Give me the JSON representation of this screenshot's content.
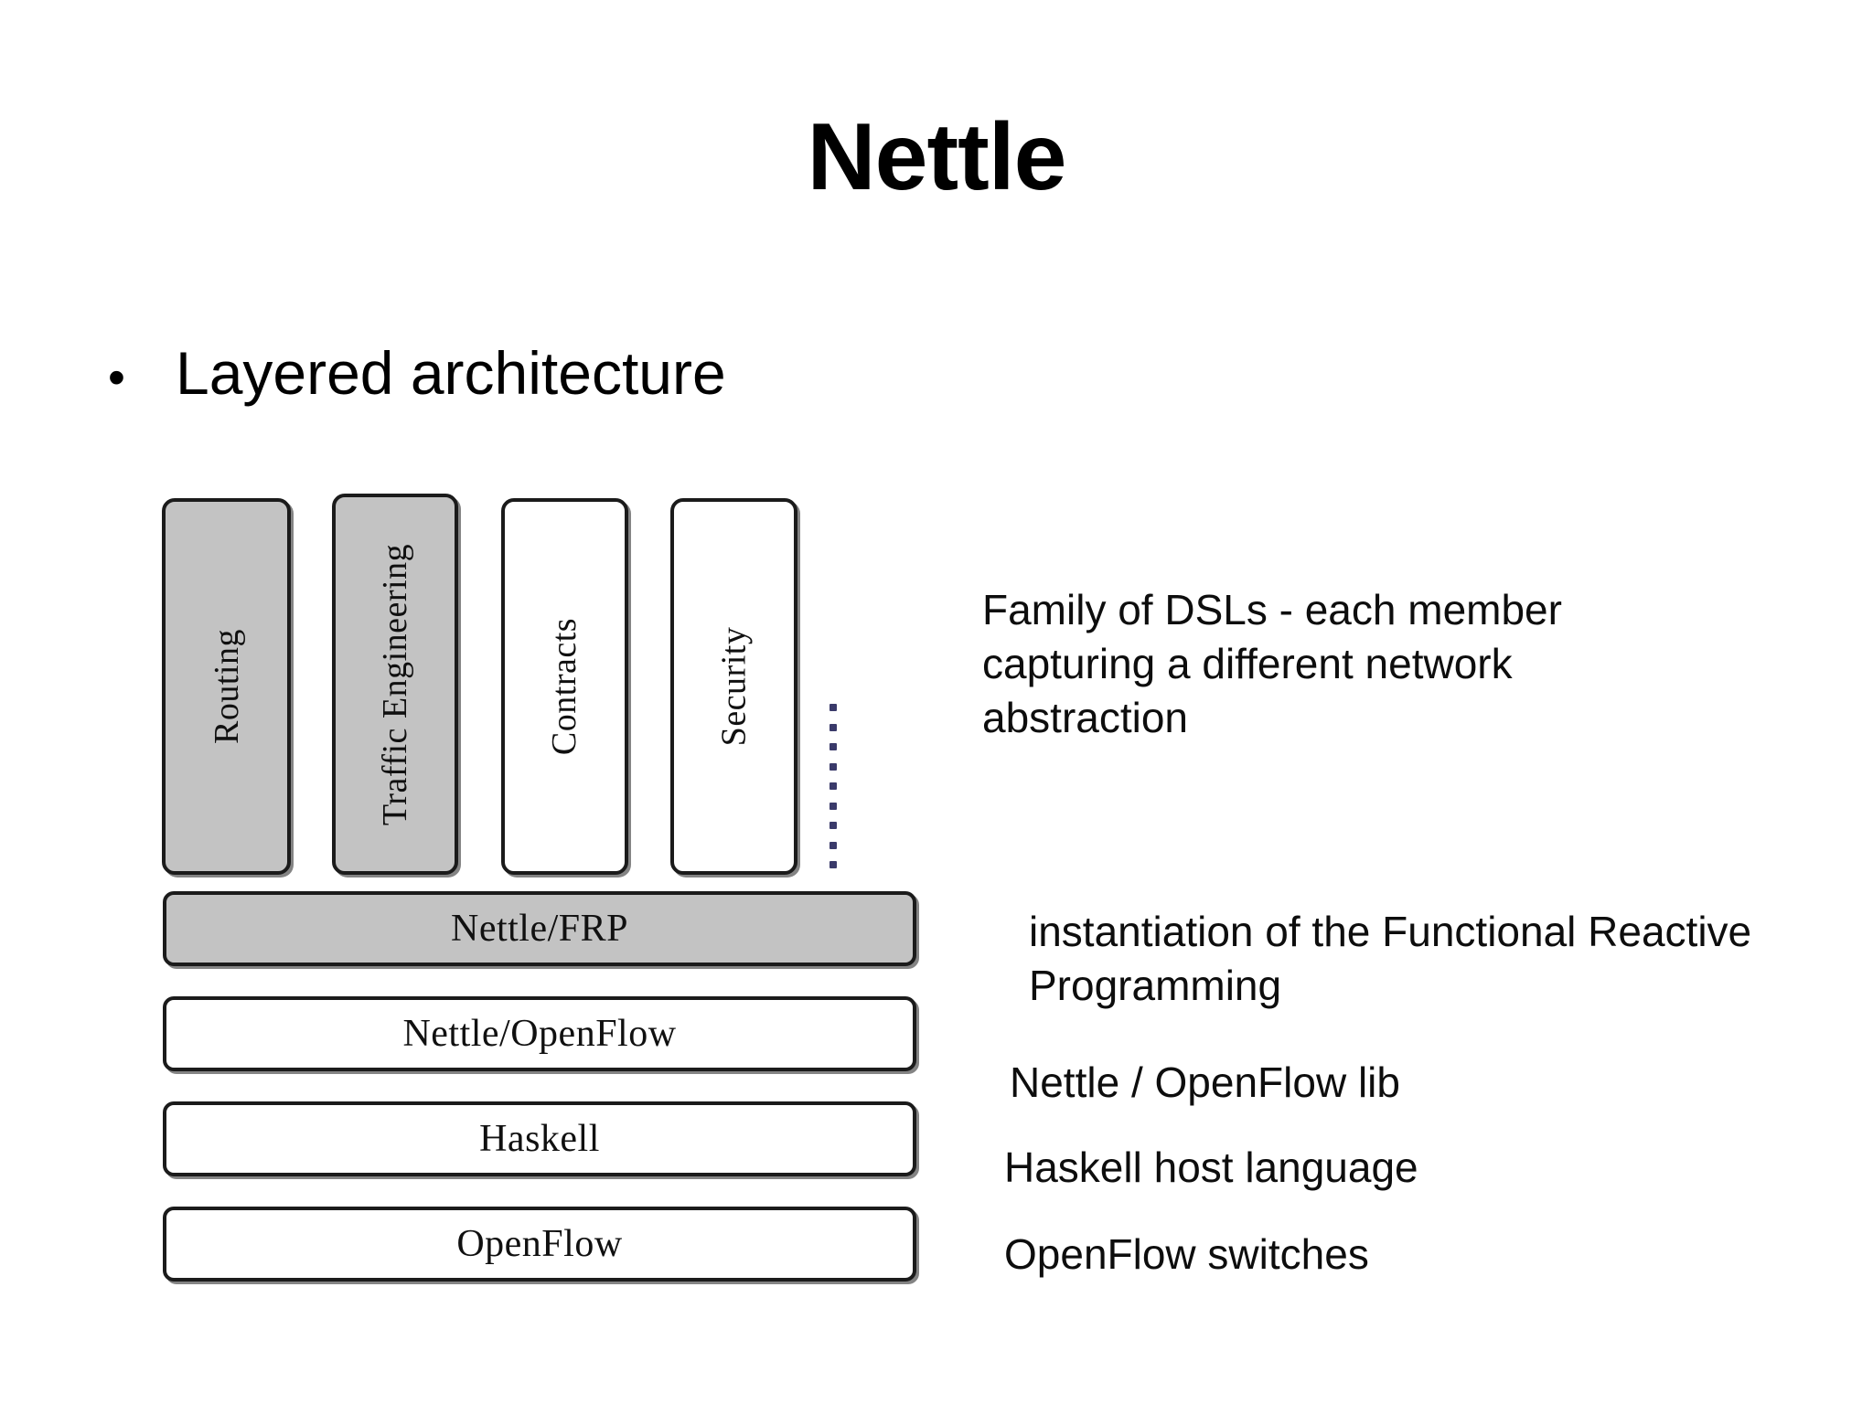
{
  "slide": {
    "title": "Nettle",
    "bullet": {
      "marker": "•",
      "text": "Layered architecture"
    }
  },
  "diagram": {
    "dsl_boxes": [
      {
        "label": "Routing",
        "fill": "#c3c3c3",
        "style": "filled"
      },
      {
        "label": "Traffic Engineering",
        "fill": "#c3c3c3",
        "style": "filled"
      },
      {
        "label": "Contracts",
        "fill": "#ffffff",
        "style": "plain"
      },
      {
        "label": "Security",
        "fill": "#ffffff",
        "style": "plain"
      }
    ],
    "ellipsis": {
      "name": "vertical-ellipsis",
      "dot_count": 9
    },
    "layers": [
      {
        "label": "Nettle/FRP",
        "fill": "#c3c3c3",
        "style": "filled"
      },
      {
        "label": "Nettle/OpenFlow",
        "fill": "#ffffff",
        "style": "plain"
      },
      {
        "label": "Haskell",
        "fill": "#ffffff",
        "style": "plain"
      },
      {
        "label": "OpenFlow",
        "fill": "#ffffff",
        "style": "plain"
      }
    ]
  },
  "annotations": {
    "dsl_family": "Family of DSLs -  each member capturing a different network abstraction",
    "frp": "instantiation of the Functional Reactive Programming",
    "openflow_lib": "Nettle / OpenFlow lib",
    "haskell": "Haskell host language",
    "switches": "OpenFlow switches"
  },
  "colors": {
    "background": "#ffffff",
    "text": "#000000",
    "box_fill_gray": "#c3c3c3",
    "box_fill_white": "#ffffff",
    "box_border": "#1b1b1b",
    "shadow": "#6e6e6e",
    "ellipsis_dot": "#3a3a6a"
  }
}
